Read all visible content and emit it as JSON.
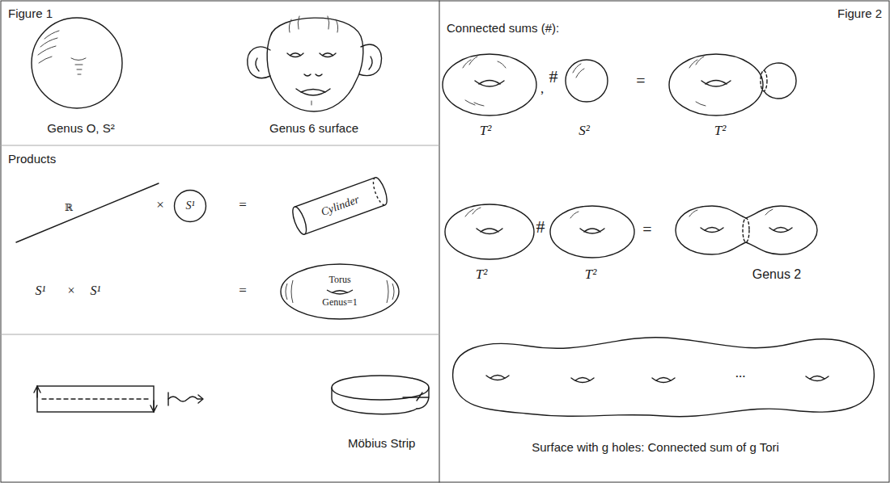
{
  "diagram": {
    "nodes": [
      {
        "text": [
          "S¹"
        ]
      },
      {
        "text": [
          "Cylinder"
        ]
      },
      {
        "text": [
          "Torus",
          "Genus=1"
        ]
      }
    ],
    "labels": [
      "Figure 1",
      "Genus O, S²",
      "Genus 6 surface",
      "Products",
      "ℝ",
      "×",
      "=",
      "S¹",
      "×",
      "S¹",
      "=",
      "Möbius Strip",
      "Figure 2",
      "Connected sums (#):",
      "T²",
      ",",
      "#",
      "S²",
      "=",
      "T²",
      "T²",
      "#",
      "T²",
      "=",
      "Genus 2",
      "...",
      "Surface with g holes: Connected sum of g Tori"
    ]
  }
}
